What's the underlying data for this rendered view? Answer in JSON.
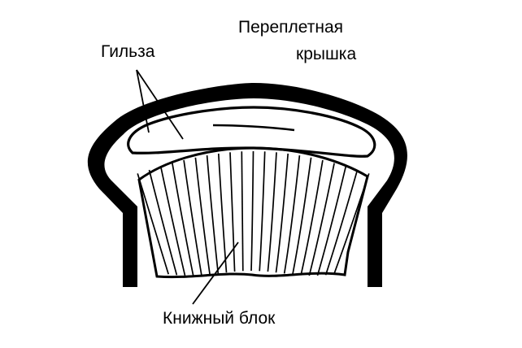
{
  "labels": {
    "cover_line1": "Переплетная",
    "cover_line2": "крышка",
    "hinge": "Гильза",
    "block": "Книжный блок"
  },
  "colors": {
    "ink": "#000000",
    "paper": "#ffffff"
  },
  "diagram": {
    "part_count": 3,
    "parts": [
      "cover",
      "hinge",
      "book-block"
    ]
  }
}
